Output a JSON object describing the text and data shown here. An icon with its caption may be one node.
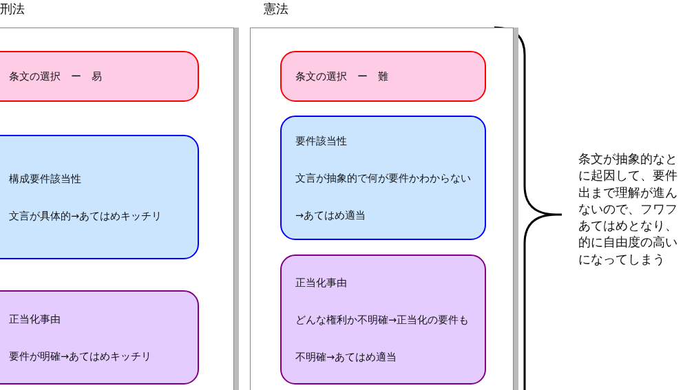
{
  "diagram": {
    "nodes": [
      {
        "text": [],
        "shape": "box"
      },
      {
        "text": [
          "条文の選択　ー　易"
        ],
        "in": 0
      },
      {
        "text": [
          "構成要件該当性",
          "文言が具体的→あてはめキッチリ"
        ],
        "in": 0
      },
      {
        "text": [
          "正当化事由",
          "要件が明確→あてはめキッチリ"
        ],
        "in": 0
      },
      {
        "text": [],
        "shape": "box"
      },
      {
        "text": [
          "条文の選択　ー　難"
        ],
        "in": 4
      },
      {
        "text": [
          "要件該当性",
          "文言が抽象的で何が要件かわからない→あてはめ適当"
        ],
        "in": 4
      },
      {
        "text": [
          "正当化事由",
          "どんな権利か不明確→正当化の要件も不明確→あてはめ適当"
        ],
        "in": 4
      }
    ],
    "labels": [
      "刑法",
      "憲法",
      "条文が抽象的なとに起因して、要件出まで理解が進んないので、フワフあてはめとなり、的に自由度の高いになってしまう"
    ]
  }
}
